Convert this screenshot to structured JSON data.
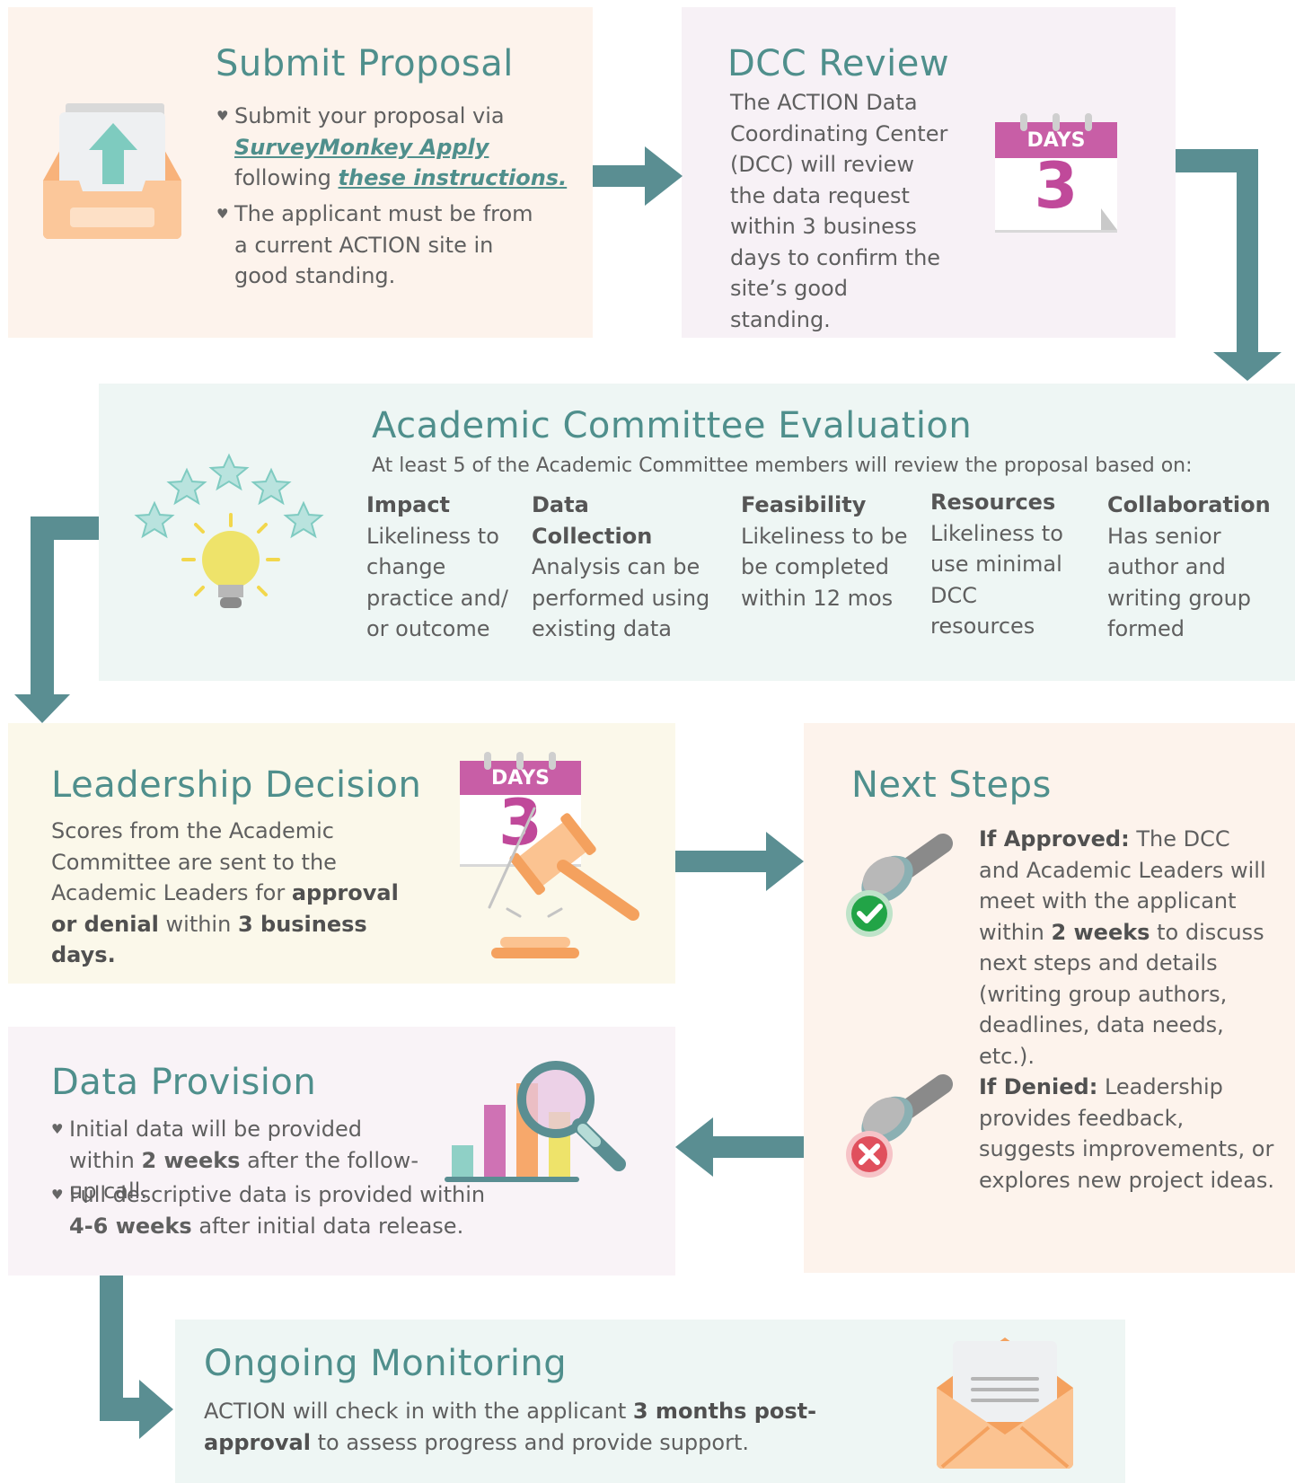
{
  "submit": {
    "title": "Submit Proposal",
    "b1_pre": "Submit your proposal via",
    "b1_link1": "SurveyMonkey Apply",
    "b1_mid": "following",
    "b1_link2": "these instructions.",
    "b2": "The applicant must be from a current ACTION site in good standing."
  },
  "dcc": {
    "title": "DCC Review",
    "text": "The ACTION Data Coordinating Center (DCC) will review the data request within 3 business days to confirm the site’s good standing.",
    "cal_label": "DAYS",
    "cal_num": "3"
  },
  "academic": {
    "title": "Academic Committee Evaluation",
    "subtitle": "At least 5 of the Academic Committee members will review the proposal based on:",
    "criteria": [
      {
        "head": "Impact",
        "text": "Likeliness to change practice and/ or outcome"
      },
      {
        "head": "Data Collection",
        "text": "Analysis can be performed using existing data"
      },
      {
        "head": "Feasibility",
        "text": "Likeliness to be be completed within 12 mos"
      },
      {
        "head": "Resources",
        "text": "Likeliness to use minimal DCC resources"
      },
      {
        "head": "Collaboration",
        "text": "Has senior author and writing group formed"
      }
    ]
  },
  "leadership": {
    "title": "Leadership Decision",
    "t1": "Scores from the Academic Committee are sent to the Academic Leaders for",
    "b1": "approval or denial",
    "t2": "within",
    "b2": "3 business days.",
    "cal_label": "DAYS",
    "cal_num": "3"
  },
  "next": {
    "title": "Next Steps",
    "approved_head": "If Approved:",
    "approved_t1": "The DCC and Academic Leaders will meet with the applicant within",
    "approved_b": "2 weeks",
    "approved_t2": "to discuss next steps and details (writing group authors, deadlines, data needs, etc.).",
    "denied_head": "If Denied:",
    "denied_text": "Leadership provides feedback, suggests improvements, or explores new project ideas."
  },
  "provision": {
    "title": "Data Provision",
    "b1_t1": "Initial data will be provided within",
    "b1_b": "2 weeks",
    "b1_t2": "after the follow-up call.",
    "b2_t1": "Full descriptive data is provided within",
    "b2_b": "4-6 weeks",
    "b2_t2": "after initial data release."
  },
  "monitoring": {
    "title": "Ongoing Monitoring",
    "t1": "ACTION will check in with the applicant",
    "b": "3 months post-approval",
    "t2": "to assess progress and provide support."
  },
  "colors": {
    "teal": "#5a8e92",
    "peach_bg": "#fdf3ec",
    "lavender_bg": "#f7f1f6",
    "mint_bg": "#eef6f4",
    "cream_bg": "#fbf8ea",
    "pink_bg": "#f9f3f7",
    "calendar_header": "#c85ea6",
    "check_green": "#22a447",
    "cross_red": "#e0505d"
  }
}
